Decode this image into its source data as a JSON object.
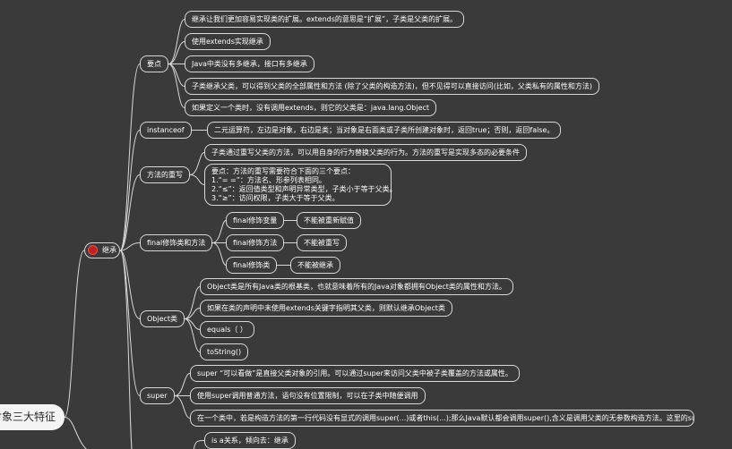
{
  "root": {
    "label": "对象三大特征"
  },
  "inherit": {
    "label": "继承"
  },
  "branches": {
    "yaodian": {
      "label": "要点",
      "items": [
        "继承让我们更加容易实现类的扩展。extends的意思是“扩展”，子类是父类的扩展。",
        "使用extends实现继承",
        "Java中类没有多继承，接口有多继承",
        "子类继承父类，可以得到父类的全部属性和方法 (除了父类的构造方法)，但不见得可以直接访问(比如，父类私有的属性和方法)",
        "如果定义一个类时，没有调用extends，则它的父类是：java.lang.Object"
      ]
    },
    "instanceof": {
      "label": "instanceof",
      "items": [
        "二元运算符，左边是对象，右边是类；当对象是右面类或子类所创建对象时，返回true；否则，返回false。"
      ]
    },
    "override": {
      "label": "方法的重写",
      "item1": "子类通过重写父类的方法，可以用自身的行为替换父类的行为。方法的重写是实现多态的必要条件",
      "item2_lines": [
        "要点：方法的重写需要符合下面的三个要点：",
        "1.“= =”：方法名、形参列表相同。",
        "2.“≤”：返回值类型和声明异常类型，子类小于等于父类。",
        "3.“≥”：访问权限，子类大于等于父类。"
      ]
    },
    "final": {
      "label": "final修饰类和方法",
      "items": [
        {
          "label": "final修饰变量",
          "child": "不能被重新赋值"
        },
        {
          "label": "final修饰方法",
          "child": "不能被重写"
        },
        {
          "label": "final修饰类",
          "child": "不能被继承"
        }
      ]
    },
    "object": {
      "label": "Object类",
      "items": [
        "Object类是所有Java类的根基类，也就意味着所有的Java对象都拥有Object类的属性和方法。",
        "如果在类的声明中未使用extends关键字指明其父类，则默认继承Object类",
        "equals（ ）",
        "toString()"
      ]
    },
    "super": {
      "label": "super",
      "items": [
        "super “可以看做”是直接父类对象的引用。可以通过super来访问父类中被子类覆盖的方法或属性。",
        "使用super调用普通方法，语句没有位置限制，可以在子类中随便调用",
        "在一个类中，若是构造方法的第一行代码没有显式的调用super(...)或者this(...);那么Java默认都会调用super(),含义是调用父类的无参数构造方法。这里的super()可以省略"
      ]
    },
    "composition": {
      "items": [
        "is a关系，倾向去：继承"
      ]
    }
  },
  "colors": {
    "background": "#3a3a3a",
    "line": "#d8d8d8",
    "text": "#ffffff",
    "bullet": "#c0201e"
  }
}
